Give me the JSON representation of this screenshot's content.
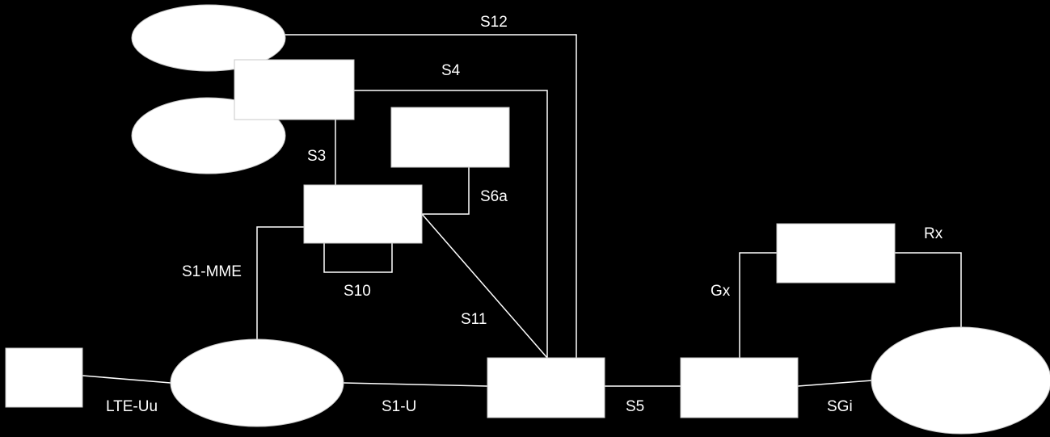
{
  "diagram": {
    "colors": {
      "background": "#000000",
      "node_fill": "#ffffff",
      "line": "#ffffff"
    },
    "interfaces": {
      "s12": "S12",
      "s4": "S4",
      "s3": "S3",
      "s6a": "S6a",
      "s1_mme": "S1-MME",
      "s10": "S10",
      "s11": "S11",
      "lte_uu": "LTE-Uu",
      "s1_u": "S1-U",
      "s5": "S5",
      "sgi": "SGi",
      "gx": "Gx",
      "rx": "Rx"
    }
  }
}
